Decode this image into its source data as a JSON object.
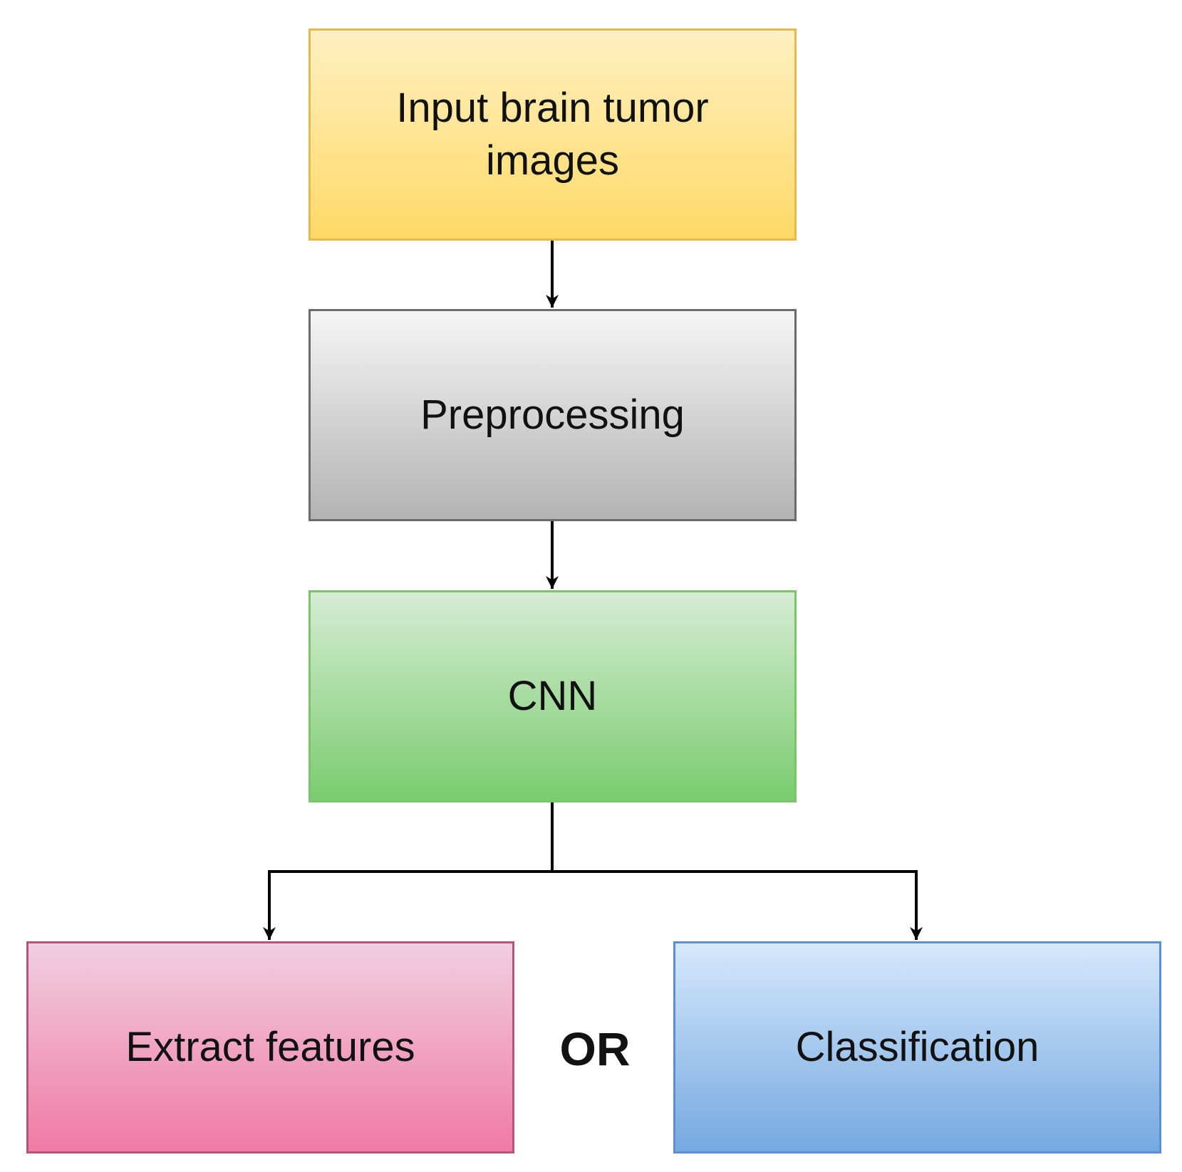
{
  "diagram": {
    "nodes": {
      "input": {
        "label": "Input brain tumor images",
        "fill_top": "#fff0c2",
        "fill_bottom": "#ffd966",
        "border": "#e8b84a"
      },
      "preprocessing": {
        "label": "Preprocessing",
        "fill_top": "#f5f5f5",
        "fill_bottom": "#b3b3b3",
        "border": "#6b6b6b"
      },
      "cnn": {
        "label": "CNN",
        "fill_top": "#d5ecd4",
        "fill_bottom": "#7acc6e",
        "border": "#7cc46a"
      },
      "extract": {
        "label": "Extract features",
        "fill_top": "#f0cfe0",
        "fill_bottom": "#f07aa3",
        "border": "#b4557c"
      },
      "classification": {
        "label": "Classification",
        "fill_top": "#d6e8fc",
        "fill_bottom": "#74a9e0",
        "border": "#5b8fd0"
      }
    },
    "or_label": "OR",
    "edges": [
      {
        "from": "input",
        "to": "preprocessing"
      },
      {
        "from": "preprocessing",
        "to": "cnn"
      },
      {
        "from": "cnn",
        "to": "extract"
      },
      {
        "from": "cnn",
        "to": "classification"
      }
    ],
    "connector_color": "#000000"
  }
}
